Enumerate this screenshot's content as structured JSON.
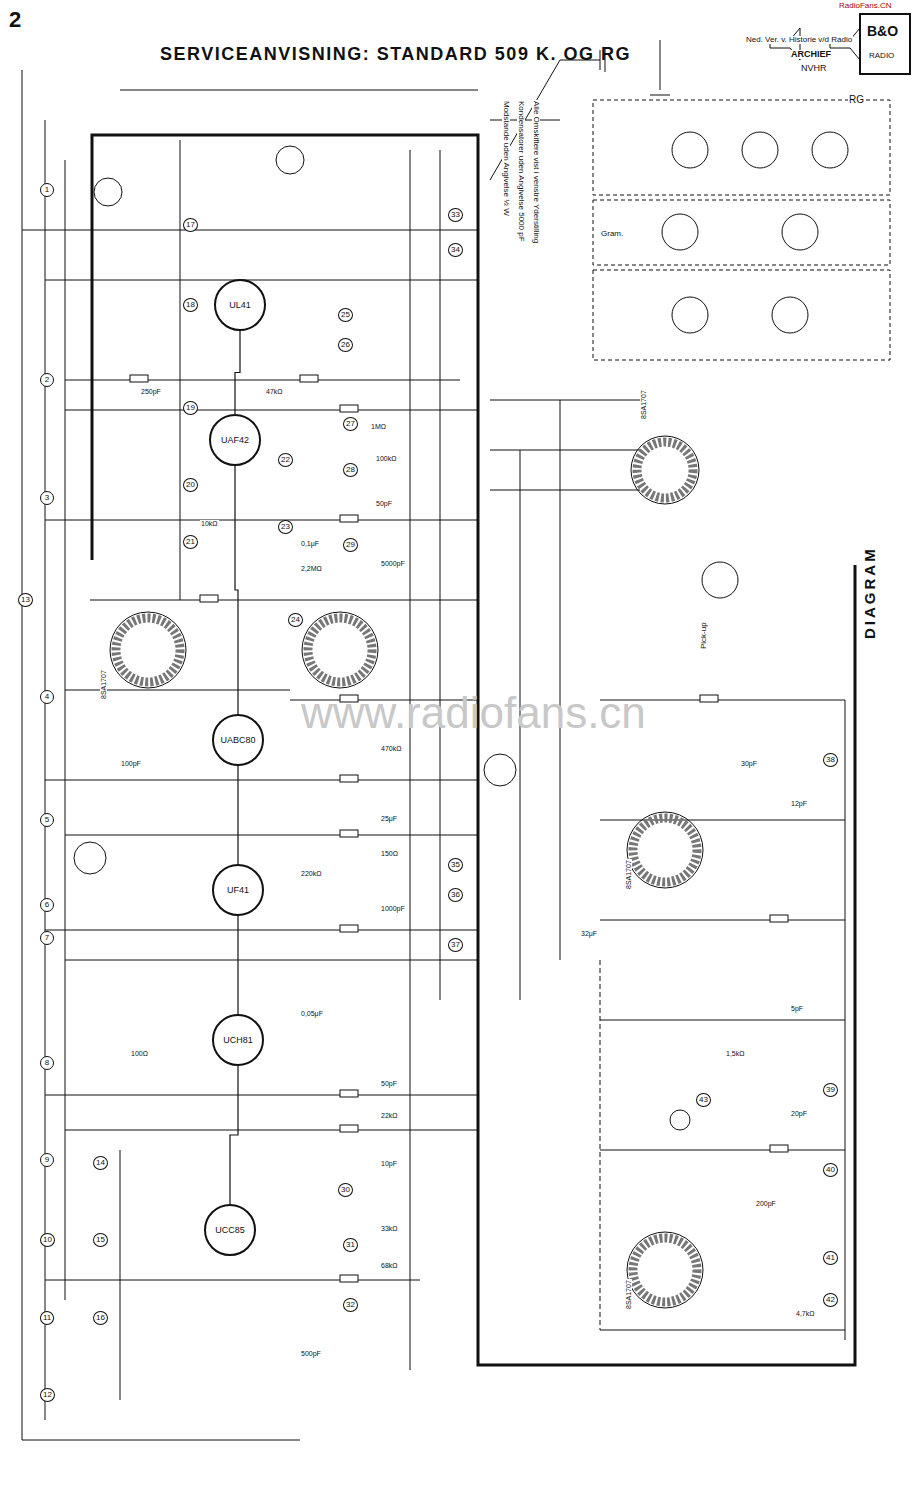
{
  "diagram": {
    "title": "SERVICEANVISNING: STANDARD 509 K. OG RG",
    "nodes": [
      {
        "text": [
          "UL41"
        ]
      },
      {
        "text": [
          "UAF42"
        ]
      },
      {
        "text": [
          "UABC80"
        ]
      },
      {
        "text": [
          "UF41"
        ]
      },
      {
        "text": [
          "UCH81"
        ]
      },
      {
        "text": [
          "UCC85"
        ]
      }
    ],
    "edges": [
      {
        "from": 5,
        "to": 4,
        "arrow": "none"
      },
      {
        "from": 4,
        "to": 3,
        "arrow": "none"
      },
      {
        "from": 3,
        "to": 2,
        "arrow": "none"
      },
      {
        "from": 2,
        "to": 1,
        "arrow": "none"
      },
      {
        "from": 1,
        "to": 0,
        "arrow": "none"
      }
    ],
    "labels": [
      "2",
      "DIAGRAM",
      "Ned. Ver. v. Historie v/d Radio",
      "ARCHIEF",
      "NVHR",
      "B&O",
      "RADIO",
      "www.radiofans.cn",
      "RadioFans.CN",
      "RG",
      "Pick-up",
      "Gram.",
      "8SA1707",
      "8SA1707",
      "8SA1707",
      "8SA1707",
      "Modstande uden Angivelse ½ W",
      "Kondensatorer uden Angivelse 5000 pF",
      "Alle Omskiftere vist i venstre Yderstilling",
      "1",
      "2",
      "3",
      "4",
      "5",
      "6",
      "7",
      "8",
      "9",
      "10",
      "11",
      "12",
      "13",
      "14",
      "15",
      "16",
      "17",
      "18",
      "19",
      "20",
      "21",
      "22",
      "23",
      "24",
      "25",
      "26",
      "27",
      "28",
      "29",
      "30",
      "31",
      "32",
      "33",
      "34",
      "35",
      "36",
      "37",
      "38",
      "39",
      "40",
      "41",
      "42",
      "43",
      "250pF",
      "47kΩ",
      "1MΩ",
      "100kΩ",
      "50pF",
      "0,1μF",
      "5000pF",
      "2,2MΩ",
      "10kΩ",
      "100pF",
      "470kΩ",
      "25μF",
      "150Ω",
      "1000pF",
      "220kΩ",
      "50pF",
      "22kΩ",
      "0,05μF",
      "100Ω",
      "10pF",
      "33kΩ",
      "68kΩ",
      "500pF",
      "30pF",
      "12pF",
      "5pF",
      "20pF",
      "200pF",
      "4,7kΩ",
      "1,5kΩ",
      "32μF"
    ]
  }
}
